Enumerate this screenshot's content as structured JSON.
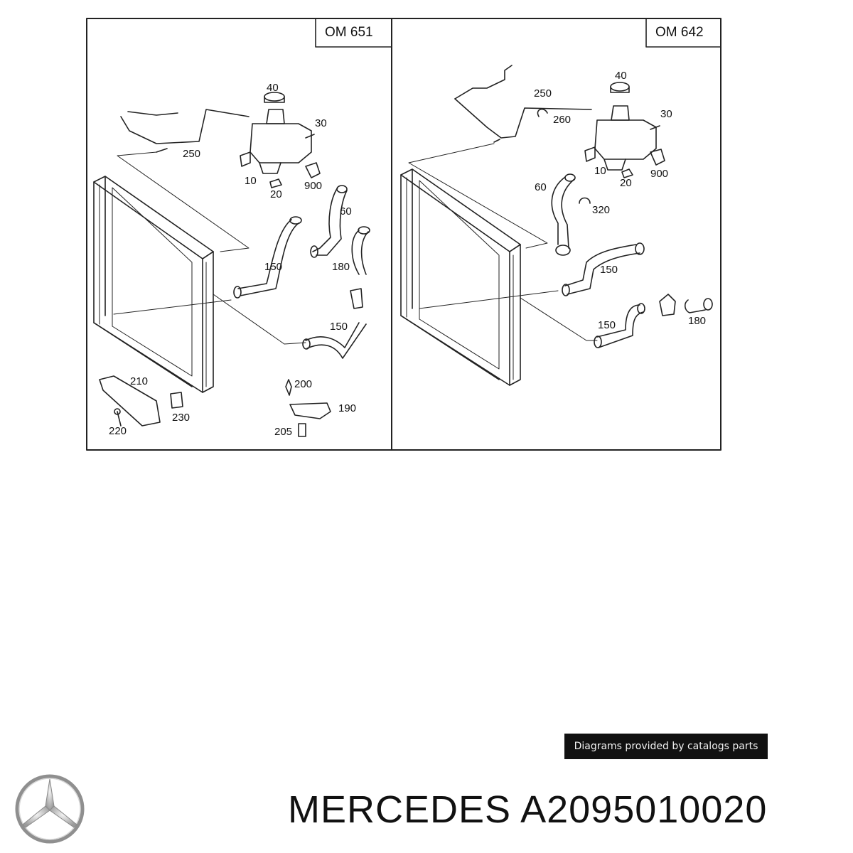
{
  "panels": [
    {
      "title": "OM 651",
      "callouts": [
        "40",
        "30",
        "250",
        "10",
        "20",
        "900",
        "60",
        "150",
        "180",
        "150",
        "210",
        "230",
        "220",
        "200",
        "190",
        "205"
      ]
    },
    {
      "title": "OM 642",
      "callouts": [
        "40",
        "250",
        "260",
        "30",
        "10",
        "20",
        "900",
        "60",
        "320",
        "150",
        "150",
        "180"
      ]
    }
  ],
  "credit": "Diagrams provided by catalogs parts",
  "brand": {
    "name": "MERCEDES",
    "part_number": "A2095010020",
    "logo_icon": "mercedes-star-icon"
  }
}
